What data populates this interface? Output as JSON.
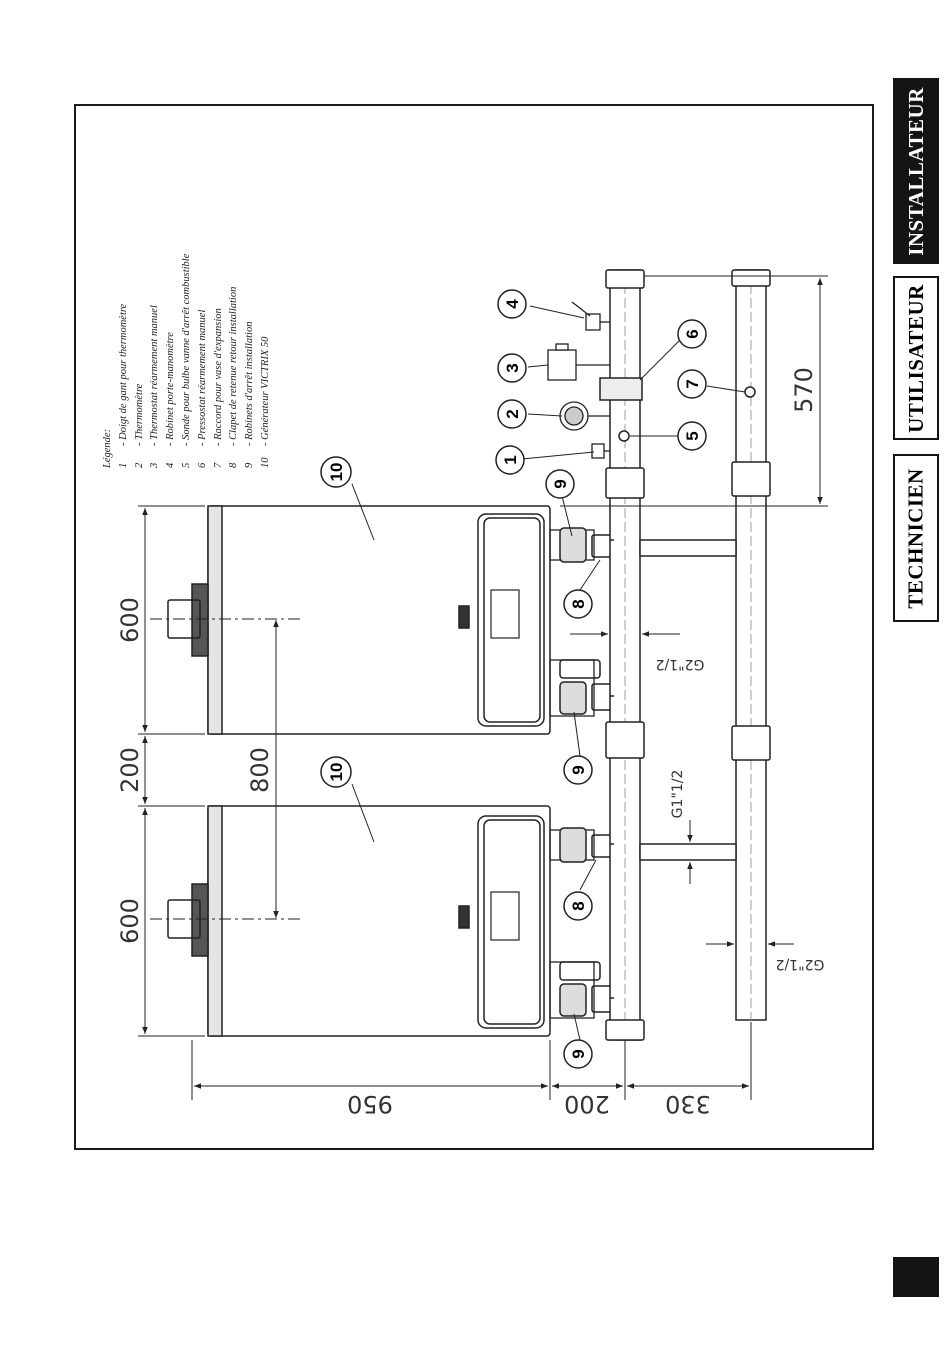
{
  "tabs": {
    "installateur": "INSTALLATEUR",
    "utilisateur": "UTILISATEUR",
    "technicien": "TECHNICIEN"
  },
  "legend": {
    "title": "Légende:",
    "items": [
      {
        "num": "1",
        "text": "Doigt de gant pour thermomètre"
      },
      {
        "num": "2",
        "text": "Thermomètre"
      },
      {
        "num": "3",
        "text": "Thermostat réarmement manuel"
      },
      {
        "num": "4",
        "text": "Robinet porte-manomètre"
      },
      {
        "num": "5",
        "text": "Sonde pour bulbe vanne d'arrêt combustible"
      },
      {
        "num": "6",
        "text": "Pressostat réarmement manuel"
      },
      {
        "num": "7",
        "text": "Raccord pour vase d'expansion"
      },
      {
        "num": "8",
        "text": "Clapet de retenue retour installation"
      },
      {
        "num": "9",
        "text": "Robinets d'arrêt installation"
      },
      {
        "num": "10",
        "text": "Générateur VICTRIX 50"
      }
    ]
  },
  "dimensions": {
    "d600a": "600",
    "d200top": "200",
    "d600b": "600",
    "d800": "800",
    "d570": "570",
    "d950": "950",
    "d200bottom": "200",
    "d330": "330",
    "g2_upper": "G2\"1/2",
    "g1_1_2": "G1\"1/2",
    "g2_lower": "G2\"1/2"
  },
  "callouts": {
    "c1": "1",
    "c2": "2",
    "c3": "3",
    "c4": "4",
    "c5": "5",
    "c6": "6",
    "c7": "7",
    "c8": "8",
    "c9": "9",
    "c10": "10"
  }
}
